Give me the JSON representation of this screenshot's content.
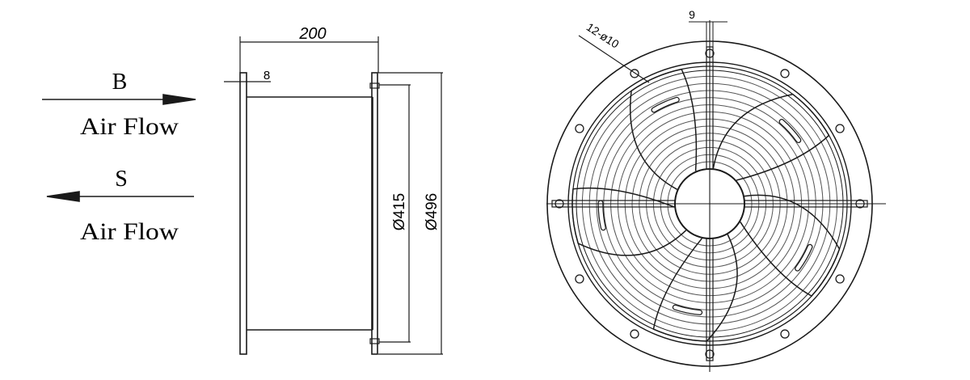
{
  "airflow": {
    "b_label": "B",
    "b_text": "Air Flow",
    "s_label": "S",
    "s_text": "Air Flow"
  },
  "side_view": {
    "length_dim": "200",
    "flange_dim": "8",
    "inner_diameter_dim": "Ø415",
    "outer_diameter_dim": "Ø496"
  },
  "front_view": {
    "slot_width_dim": "9",
    "holes_dim": "12-ø10",
    "blade_count": 5,
    "hole_count": 12
  },
  "colors": {
    "line": "#1a1a1a",
    "background": "#ffffff"
  }
}
